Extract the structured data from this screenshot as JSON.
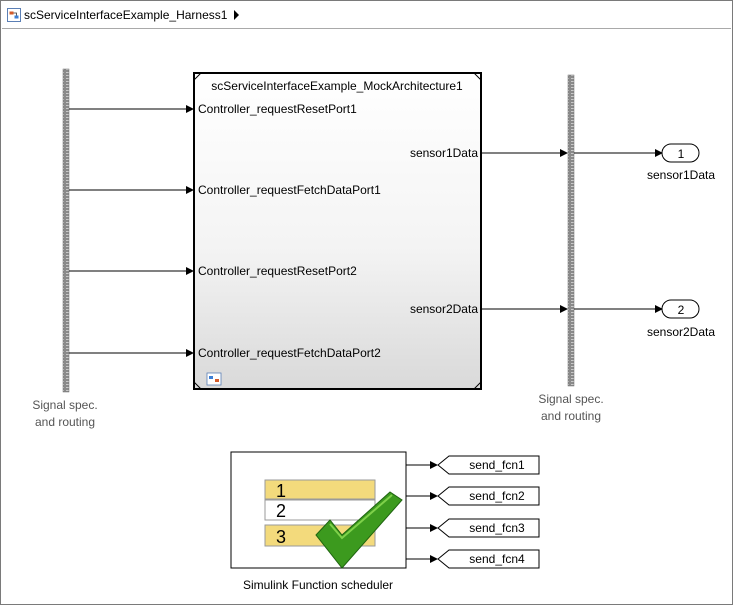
{
  "breadcrumb": {
    "model_name": "scServiceInterfaceExample_Harness1",
    "icon": "model-icon",
    "arrow_icon": "chevron-right-icon"
  },
  "subsystem": {
    "title": "scServiceInterfaceExample_MockArchitecture1",
    "inputs": [
      "Controller_requestResetPort1",
      "Controller_requestFetchDataPort1",
      "Controller_requestResetPort2",
      "Controller_requestFetchDataPort2"
    ],
    "outputs": [
      "sensor1Data",
      "sensor2Data"
    ],
    "badge_icon": "reference-model-icon"
  },
  "signal_spec_left": {
    "label_line1": "Signal spec.",
    "label_line2": "and routing"
  },
  "signal_spec_right": {
    "label_line1": "Signal spec.",
    "label_line2": "and routing"
  },
  "outports": [
    {
      "number": "1",
      "name": "sensor1Data"
    },
    {
      "number": "2",
      "name": "sensor2Data"
    }
  ],
  "scheduler": {
    "label": "Simulink Function scheduler",
    "list_rows": [
      "1",
      "2",
      "3"
    ],
    "check_icon": "green-check-icon"
  },
  "goto_tags": [
    "send_fcn1",
    "send_fcn2",
    "send_fcn3",
    "send_fcn4"
  ],
  "colors": {
    "line": "#000000",
    "label_gray": "#555555",
    "bar_dark": "#6f6f6f",
    "bar_light": "#c8c8c8",
    "highlight_row": "#f3da7c",
    "check_green": "#3c9a1e"
  }
}
